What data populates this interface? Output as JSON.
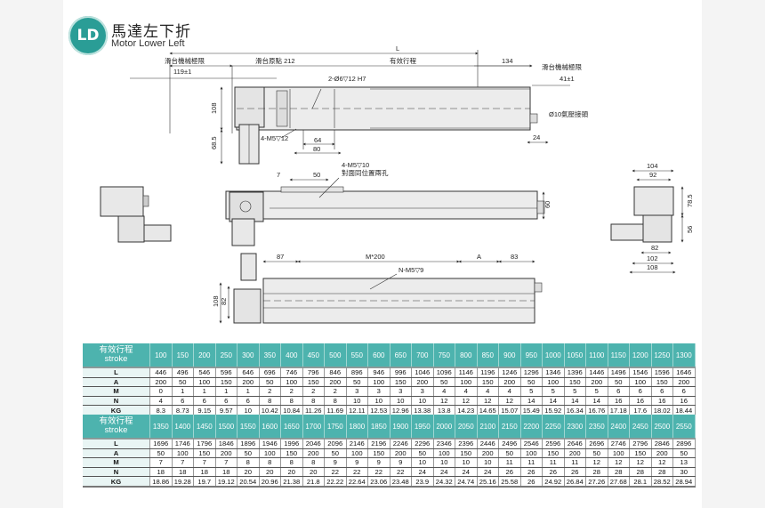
{
  "header": {
    "badge": "LD",
    "title_cn": "馬達左下折",
    "title_en": "Motor Lower Left",
    "accent_color": "#2a9d96"
  },
  "drawing": {
    "top_view": {
      "label_slide_limit_left": "滑台機械極限",
      "value_slide_limit_left": "119±1",
      "label_origin": "滑台原點 212",
      "label_L": "L",
      "label_stroke": "有效行程",
      "value_134": "134",
      "label_slide_limit_right": "滑台機械極限",
      "value_slide_limit_right": "41±1",
      "hole_callout": "2-Ø6▽12 H7",
      "thread_callout": "4-M5▽12",
      "dim_108": "108",
      "dim_68_5": "68.5",
      "dim_64": "64",
      "dim_80": "80",
      "dim_24": "24",
      "air_fitting": "Ø10氣壓接頭"
    },
    "side_view": {
      "dim_7": "7",
      "dim_50": "50",
      "thread_callout": "4-M5▽10",
      "thread_note": "對面同位置兩孔",
      "dim_60": "60"
    },
    "bottom_view": {
      "dim_87": "87",
      "dim_M200": "M*200",
      "dim_A": "A",
      "dim_83": "83",
      "thread_callout": "N-M5▽9",
      "dim_108": "108",
      "dim_82": "82"
    },
    "end_view": {
      "dim_104": "104",
      "dim_92": "92",
      "dim_78_5": "78.5",
      "dim_56": "56",
      "dim_82": "82",
      "dim_102": "102",
      "dim_108": "108"
    }
  },
  "tables": [
    {
      "header_cn": "有效行程",
      "header_en": "stroke",
      "strokes": [
        "100",
        "150",
        "200",
        "250",
        "300",
        "350",
        "400",
        "450",
        "500",
        "550",
        "600",
        "650",
        "700",
        "750",
        "800",
        "850",
        "900",
        "950",
        "1000",
        "1050",
        "1100",
        "1150",
        "1200",
        "1250",
        "1300"
      ],
      "rows": [
        {
          "label": "L",
          "values": [
            "446",
            "496",
            "546",
            "596",
            "646",
            "696",
            "746",
            "796",
            "846",
            "896",
            "946",
            "996",
            "1046",
            "1096",
            "1146",
            "1196",
            "1246",
            "1296",
            "1346",
            "1396",
            "1446",
            "1496",
            "1546",
            "1596",
            "1646"
          ]
        },
        {
          "label": "A",
          "values": [
            "200",
            "50",
            "100",
            "150",
            "200",
            "50",
            "100",
            "150",
            "200",
            "50",
            "100",
            "150",
            "200",
            "50",
            "100",
            "150",
            "200",
            "50",
            "100",
            "150",
            "200",
            "50",
            "100",
            "150",
            "200"
          ]
        },
        {
          "label": "M",
          "values": [
            "0",
            "1",
            "1",
            "1",
            "1",
            "2",
            "2",
            "2",
            "2",
            "3",
            "3",
            "3",
            "3",
            "4",
            "4",
            "4",
            "4",
            "5",
            "5",
            "5",
            "5",
            "6",
            "6",
            "6",
            "6"
          ]
        },
        {
          "label": "N",
          "values": [
            "4",
            "6",
            "6",
            "6",
            "6",
            "8",
            "8",
            "8",
            "8",
            "10",
            "10",
            "10",
            "10",
            "12",
            "12",
            "12",
            "12",
            "14",
            "14",
            "14",
            "14",
            "16",
            "16",
            "16",
            "16"
          ]
        },
        {
          "label": "KG",
          "values": [
            "8.3",
            "8.73",
            "9.15",
            "9.57",
            "10",
            "10.42",
            "10.84",
            "11.26",
            "11.69",
            "12.11",
            "12.53",
            "12.96",
            "13.38",
            "13.8",
            "14.23",
            "14.65",
            "15.07",
            "15.49",
            "15.92",
            "16.34",
            "16.76",
            "17.18",
            "17.6",
            "18.02",
            "18.44"
          ]
        }
      ]
    },
    {
      "header_cn": "有效行程",
      "header_en": "stroke",
      "strokes": [
        "1350",
        "1400",
        "1450",
        "1500",
        "1550",
        "1600",
        "1650",
        "1700",
        "1750",
        "1800",
        "1850",
        "1900",
        "1950",
        "2000",
        "2050",
        "2100",
        "2150",
        "2200",
        "2250",
        "2300",
        "2350",
        "2400",
        "2450",
        "2500",
        "2550"
      ],
      "rows": [
        {
          "label": "L",
          "values": [
            "1696",
            "1746",
            "1796",
            "1846",
            "1896",
            "1946",
            "1996",
            "2046",
            "2096",
            "2146",
            "2196",
            "2246",
            "2296",
            "2346",
            "2396",
            "2446",
            "2496",
            "2546",
            "2596",
            "2646",
            "2696",
            "2746",
            "2796",
            "2846",
            "2896"
          ]
        },
        {
          "label": "A",
          "values": [
            "50",
            "100",
            "150",
            "200",
            "50",
            "100",
            "150",
            "200",
            "50",
            "100",
            "150",
            "200",
            "50",
            "100",
            "150",
            "200",
            "50",
            "100",
            "150",
            "200",
            "50",
            "100",
            "150",
            "200",
            "50"
          ]
        },
        {
          "label": "M",
          "values": [
            "7",
            "7",
            "7",
            "7",
            "8",
            "8",
            "8",
            "8",
            "9",
            "9",
            "9",
            "9",
            "10",
            "10",
            "10",
            "10",
            "11",
            "11",
            "11",
            "11",
            "12",
            "12",
            "12",
            "12",
            "13"
          ]
        },
        {
          "label": "N",
          "values": [
            "18",
            "18",
            "18",
            "18",
            "20",
            "20",
            "20",
            "20",
            "22",
            "22",
            "22",
            "22",
            "24",
            "24",
            "24",
            "24",
            "26",
            "26",
            "26",
            "26",
            "28",
            "28",
            "28",
            "28",
            "30"
          ]
        },
        {
          "label": "KG",
          "values": [
            "18.86",
            "19.28",
            "19.7",
            "19.12",
            "20.54",
            "20.96",
            "21.38",
            "21.8",
            "22.22",
            "22.64",
            "23.06",
            "23.48",
            "23.9",
            "24.32",
            "24.74",
            "25.16",
            "25.58",
            "26",
            "24.92",
            "26.84",
            "27.26",
            "27.68",
            "28.1",
            "28.52",
            "28.94"
          ]
        }
      ]
    }
  ]
}
